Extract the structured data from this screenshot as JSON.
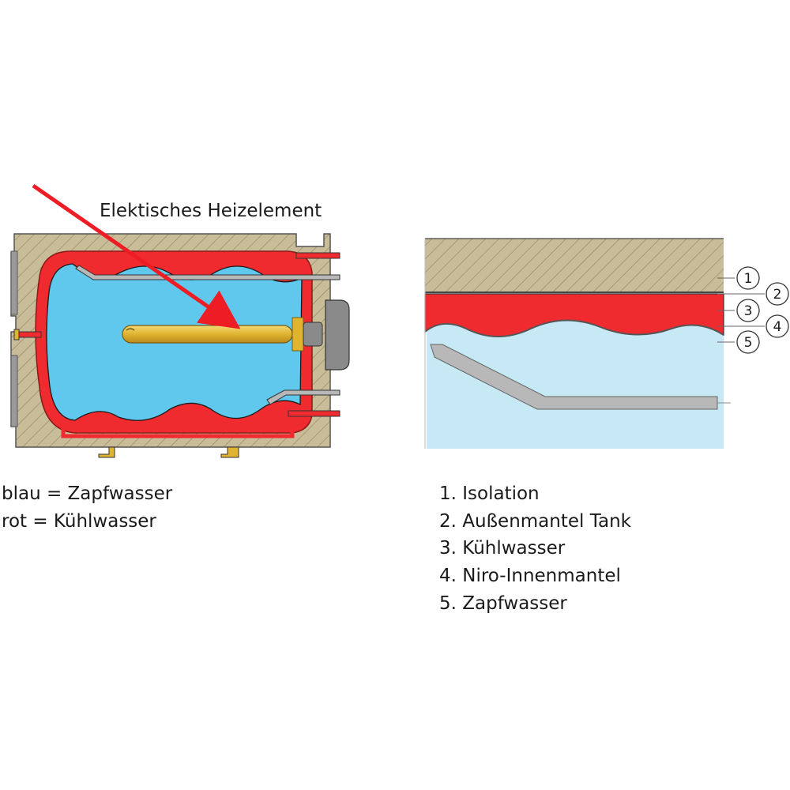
{
  "colors": {
    "insulation": "#c8bd98",
    "hatch": "#8e8462",
    "cooling_water": "#ef2b2f",
    "tap_water_left": "#5fc8ec",
    "tap_water_right": "#c6e9f5",
    "pipe_gray": "#a4a4a4",
    "heater_gold": "#e0b42f",
    "arrow": "#ee1c25",
    "text": "#1a1a1a"
  },
  "left_diagram": {
    "heater_label": "Elektisches Heizelement",
    "legend": [
      "blau = Zapfwasser",
      "rot = Kühlwasser"
    ]
  },
  "right_diagram": {
    "callouts": [
      "1",
      "2",
      "3",
      "4",
      "5"
    ],
    "legend": [
      "1. Isolation",
      "2. Außenmantel Tank",
      "3. Kühlwasser",
      "4. Niro-Innenmantel",
      "5. Zapfwasser"
    ]
  }
}
